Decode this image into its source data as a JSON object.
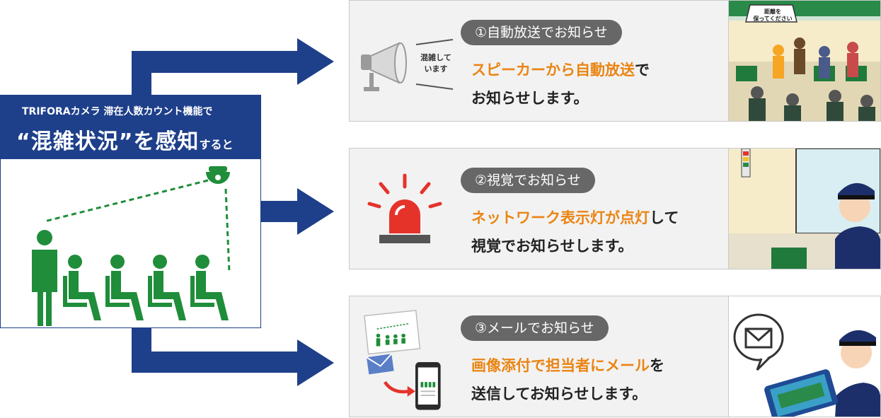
{
  "trigger": {
    "line1": "TRIFORAカメラ 滞在人数カウント機能で",
    "headline": "“混雑状況”を感知",
    "headline_suffix": "すると"
  },
  "cards": [
    {
      "title": "①自動放送でお知らせ",
      "desc_line1_highlight": "スピーカーから自動放送",
      "desc_line1_rest": "で",
      "desc_line2": "お知らせします。",
      "speech_text_1": "混雑して",
      "speech_text_2": "います",
      "sign_text_1": "距離を",
      "sign_text_2": "保ってください"
    },
    {
      "title": "②視覚でお知らせ",
      "desc_line1_highlight": "ネットワーク表示灯が点灯",
      "desc_line1_rest": "して",
      "desc_line2": "視覚でお知らせします。"
    },
    {
      "title": "③メールでお知らせ",
      "desc_line1_highlight": "画像添付で担当者にメール",
      "desc_line1_rest": "を",
      "desc_line2": "送信してお知らせします。"
    }
  ],
  "colors": {
    "navy": "#1e3f8a",
    "green": "#1f8d3a",
    "orange": "#ea8413",
    "pill": "#676767",
    "red": "#e5332a"
  },
  "icons": [
    "camera-icon",
    "person-icon",
    "seated-person-icon",
    "speaker-icon",
    "warning-light-icon",
    "email-icon",
    "smartphone-icon",
    "envelope-bubble-icon",
    "tablet-icon"
  ]
}
